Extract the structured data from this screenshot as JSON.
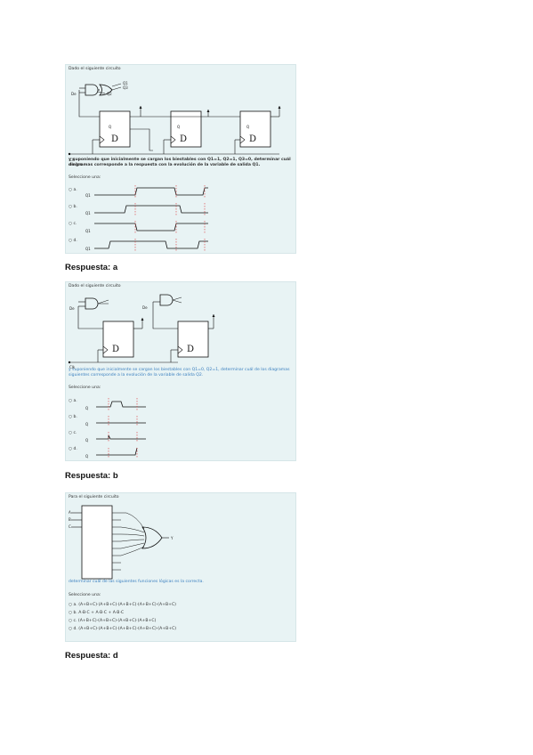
{
  "q1": {
    "intro": "Dado el siguiente circuito",
    "pin_de": "De",
    "pin_clk": "Clk",
    "q_labels": [
      "Q1",
      "Q2",
      "Q3"
    ],
    "ff_q": "Q",
    "ff_d": "D",
    "prompt_1": "y suponiendo que inicialmente se cargan los biestables con Q1=1, Q2=1, Q3=0, determinar cuál de los",
    "prompt_2": "diagramas corresponde a la respuesta con la evolución de la variable de salida Q1.",
    "select": "Seleccione una:",
    "options": [
      "a.",
      "b.",
      "c.",
      "d."
    ],
    "wave_label": "Q1"
  },
  "answer1": "Respuesta: a",
  "q2": {
    "intro": "Dado el siguiente circuito",
    "pin_de": "De",
    "pin_clk": "Clk",
    "ff_d": "D",
    "prompt_1": "y suponiendo que inicialmente se cargan los biestables con Q1=0, Q2=1, determinar cuál de los diagramas",
    "prompt_2": "siguientes corresponde a la evolución de la variable de salida Q2.",
    "select": "Seleccione una:",
    "options": [
      "a.",
      "b.",
      "c.",
      "d."
    ],
    "wave_label": "Q"
  },
  "answer2": "Respuesta: b",
  "q3": {
    "intro": "Para el siguiente circuito",
    "inputs": [
      "A",
      "B",
      "C"
    ],
    "output": "Y",
    "prompt": "determinar cuál de las siguientes funciones lógicas es la correcta.",
    "select": "Seleccione una:",
    "options": [
      "a.   (A+B+C)·(A+B+C)·(A+B+C)·(A+B+C)·(A+B+C)",
      "b.   A·B·C + A·B·C + A·B·C",
      "c.   (A+B+C)·(A+B+C)·(A+B+C)·(A+B+C)",
      "d.   (A+B+C)·(A+B+C)·(A+B+C)·(A+B+C)·(A+B+C)"
    ]
  },
  "answer3": "Respuesta: d"
}
